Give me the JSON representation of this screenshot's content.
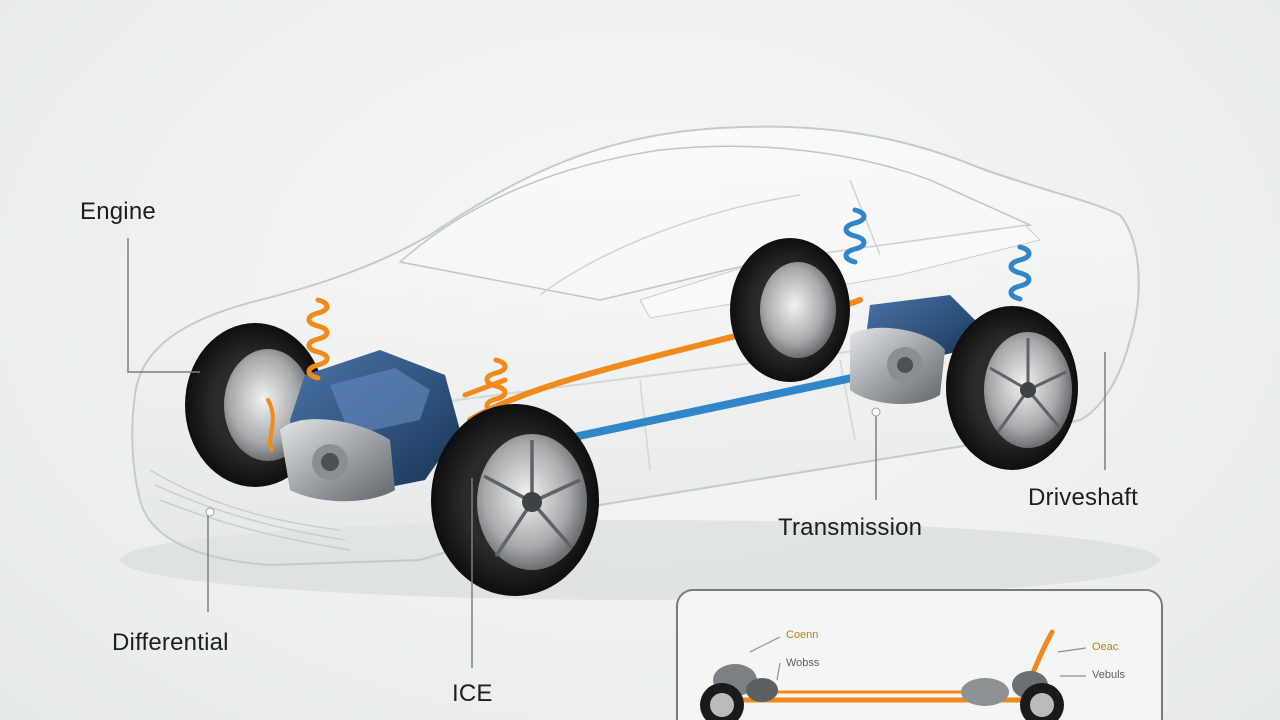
{
  "labels": {
    "engine": "Engine",
    "differential": "Differential",
    "ice": "ICE",
    "transmission": "Transmission",
    "driveshaft": "Driveshaft"
  },
  "inset": {
    "labels": {
      "top_left": "Coenn",
      "mid_left": "Wobss",
      "top_right": "Oeac",
      "mid_right": "Vebuls"
    }
  },
  "colors": {
    "orange_line": "#f08a1a",
    "blue_line": "#2f86c8",
    "engine_blue": "#2b4f7a",
    "label_text": "#1b1f22",
    "inset_border": "#7a7a7a",
    "inset_label_orange": "#c47a18",
    "inset_label_gray": "#5e5e5e"
  },
  "icons": [
    "car-body",
    "front-left-wheel",
    "front-right-wheel",
    "rear-left-wheel",
    "rear-right-wheel",
    "engine-block",
    "transmission-unit",
    "rear-differential",
    "front-spring",
    "rear-spring"
  ]
}
